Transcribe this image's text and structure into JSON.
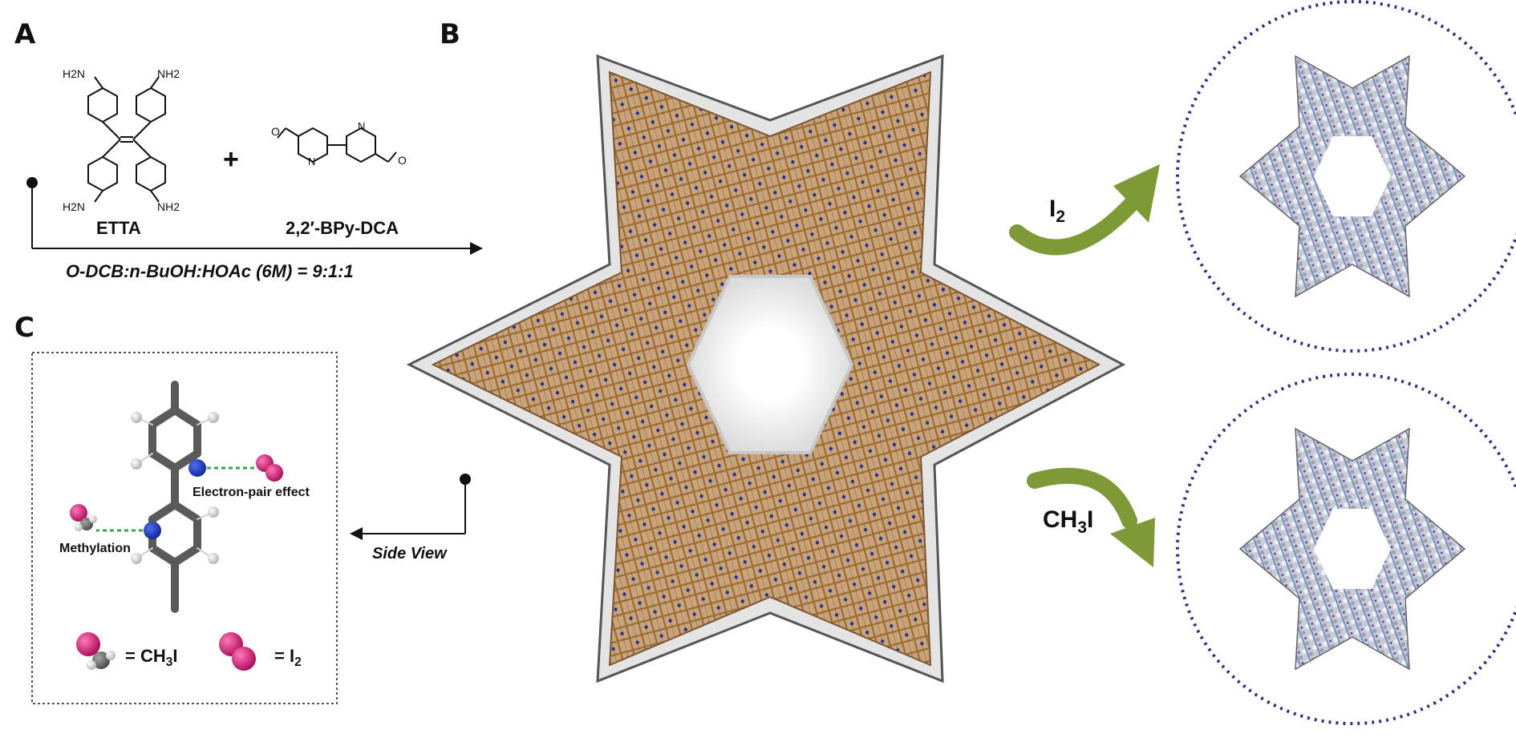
{
  "panels": {
    "a": "A",
    "b": "B",
    "c": "C"
  },
  "panel_a": {
    "amine_label": "ETTA",
    "nh2_tl": "H2N",
    "nh2_tr": "NH2",
    "nh2_bl": "H2N",
    "nh2_br": "NH2",
    "plus": "+",
    "aldehyde_label": "2,2′-BPy-DCA",
    "n_atom": "N",
    "o_atom": "O",
    "conditions": "O-DCB:n-BuOH:HOAc (6M) = 9:1:1"
  },
  "panel_b": {
    "side_view": "Side View",
    "reagent_top": "I",
    "reagent_top_sub": "2",
    "reagent_bottom_pre": "CH",
    "reagent_bottom_sub": "3",
    "reagent_bottom_post": "I"
  },
  "panel_c": {
    "electron_pair": "Electron-pair effect",
    "methylation": "Methylation",
    "legend_ch3i_pre": "= CH",
    "legend_ch3i_sub": "3",
    "legend_ch3i_post": "I",
    "legend_i2_pre": "= I",
    "legend_i2_sub": "2"
  },
  "colors": {
    "cof_tan": "#b98a4e",
    "nitrogen_blue": "#1f2fa0",
    "iodine_magenta": "#c8146e",
    "arrow_green": "#7d9a36",
    "circle_purple": "#3b2a8c",
    "carbon_gray": "#6e6e6e"
  }
}
